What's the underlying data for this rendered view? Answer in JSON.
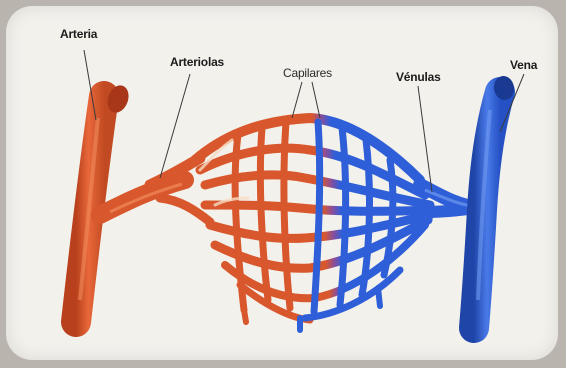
{
  "labels": {
    "arteria": "Arteria",
    "arteriolas": "Arteriolas",
    "capilares": "Capilares",
    "venulas": "Vénulas",
    "vena": "Vena"
  },
  "colors": {
    "background": "#b9b4ad",
    "card": "#f3f1ec",
    "artery": "#d9572c",
    "artery_dark": "#b8401c",
    "artery_highlight": "#f08a5c",
    "vein": "#2f5fd8",
    "vein_dark": "#1f45a8",
    "vein_highlight": "#6f9af0",
    "tissue": "#f6dcc4"
  }
}
